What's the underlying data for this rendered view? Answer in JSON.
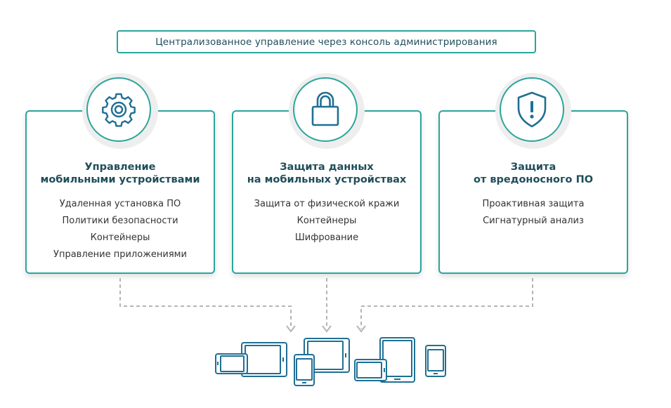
{
  "banner": {
    "text": "Централизованное управление через консоль администрирования"
  },
  "cards": [
    {
      "title_line1": "Управление",
      "title_line2": "мобильными устройствами",
      "icon": "gear-icon",
      "items": [
        "Удаленная установка ПО",
        "Политики безопасности",
        "Контейнеры",
        "Управление приложениями"
      ]
    },
    {
      "title_line1": "Защита данных",
      "title_line2": "на мобильных устройствах",
      "icon": "lock-icon",
      "items": [
        "Защита от физической кражи",
        "Контейнеры",
        "Шифрование"
      ]
    },
    {
      "title_line1": "Защита",
      "title_line2": "от вредоносного ПО",
      "icon": "shield-icon",
      "items": [
        "Проактивная защита",
        "Сигнатурный анализ"
      ]
    }
  ],
  "colors": {
    "accent": "#2aa59b",
    "device": "#1f6f94",
    "text_dark": "#1f4e5a",
    "connector": "#b5b5b5"
  }
}
